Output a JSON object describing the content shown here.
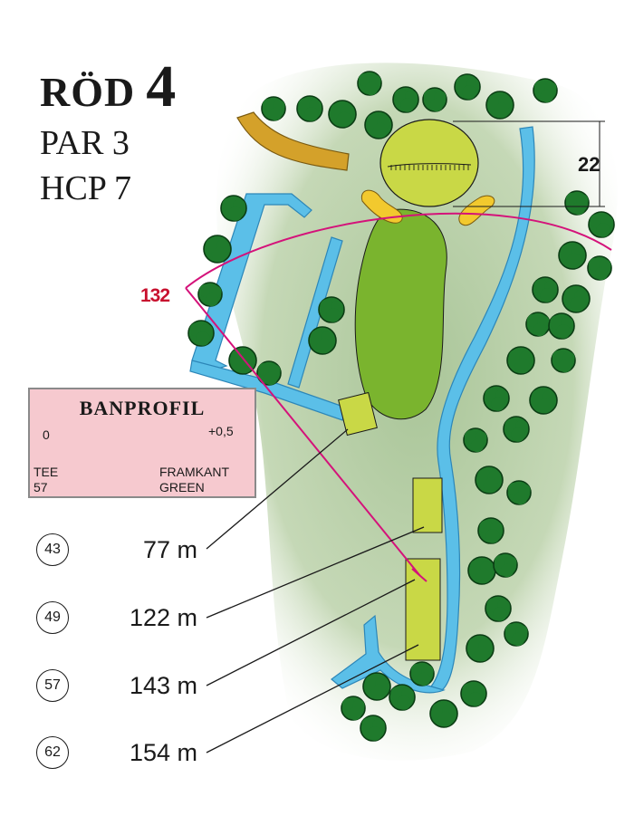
{
  "hole": {
    "tee_color": "RÖD",
    "number": "4",
    "par_label": "PAR 3",
    "hcp_label": "HCP 7"
  },
  "map": {
    "carry_label": "132",
    "green_depth_label": "22",
    "colors": {
      "rough": "#c8d8b8",
      "fairway": "#7ab42e",
      "green": "#c9d846",
      "tee": "#c9d846",
      "bunker": "#f2c92e",
      "waste_area": "#d4a12a",
      "water": "#5bbfe8",
      "water_outline": "#2c86b8",
      "tree": "#1f7a2c",
      "tree_outline": "#0b3d14",
      "distance_line": "#d4127a"
    }
  },
  "profile": {
    "title": "BANPROFIL",
    "start_value": "0",
    "end_value": "+0,5",
    "left_label_1": "TEE",
    "left_label_2": "57",
    "right_label_1": "FRAMKANT",
    "right_label_2": "GREEN"
  },
  "tees": [
    {
      "id": "43",
      "distance": "77 m"
    },
    {
      "id": "49",
      "distance": "122 m"
    },
    {
      "id": "57",
      "distance": "143 m"
    },
    {
      "id": "62",
      "distance": "154 m"
    }
  ]
}
